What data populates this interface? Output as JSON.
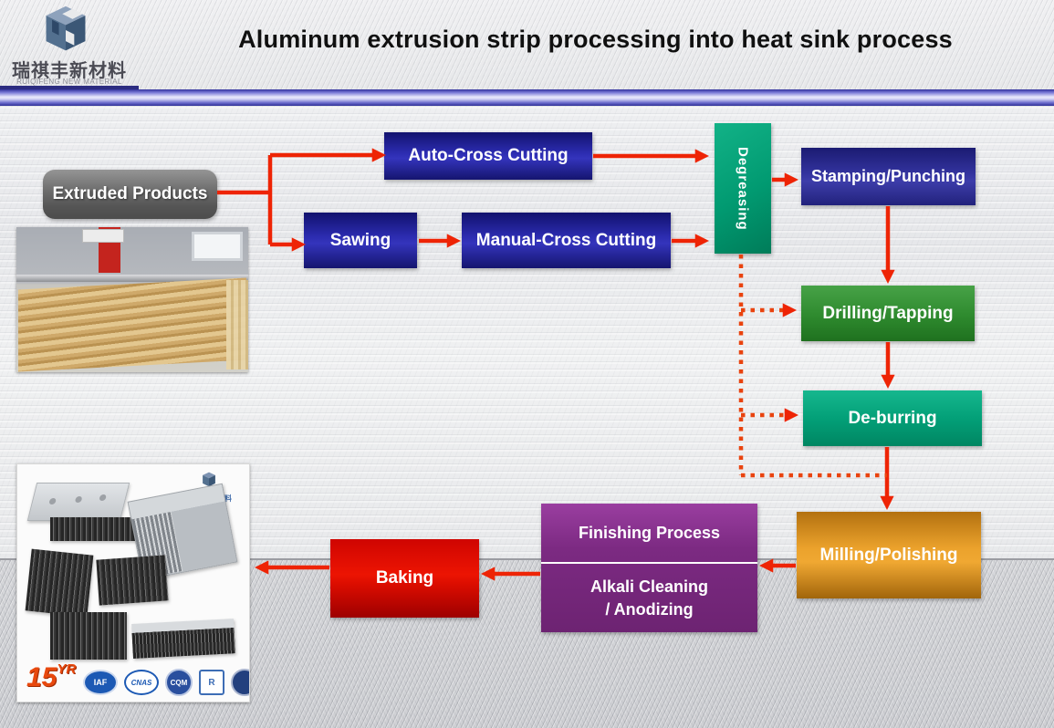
{
  "header": {
    "logo": {
      "company_cn": "瑞祺丰新材料",
      "company_en": "RUIQIFENG NEW MATERIAL"
    },
    "title": "Aluminum extrusion strip processing into heat sink process"
  },
  "flow": {
    "nodes": {
      "extruded_products": {
        "label": "Extruded Products",
        "color": "#6f6f6f"
      },
      "auto_cross_cutting": {
        "label": "Auto-Cross Cutting",
        "color": "#2525a8"
      },
      "sawing": {
        "label": "Sawing",
        "color": "#2525a8"
      },
      "manual_cross_cutting": {
        "label": "Manual-Cross Cutting",
        "color": "#2525a8"
      },
      "degreasing": {
        "label": "Degreasing",
        "color": "#019a71"
      },
      "stamping_punching": {
        "label": "Stamping/Punching",
        "color": "#2b2b84"
      },
      "drilling_tapping": {
        "label": "Drilling/Tapping",
        "color": "#2f8a2f"
      },
      "de_burring": {
        "label": "De-burring",
        "color": "#05a37b"
      },
      "milling_polishing": {
        "label": "Milling/Polishing",
        "color": "#dd9322"
      },
      "finishing_process": {
        "label": "Finishing Process",
        "color": "#7c2a82"
      },
      "alkali_cleaning_anodizing": {
        "line1": "Alkali Cleaning",
        "line2": "/ Anodizing"
      },
      "baking": {
        "label": "Baking",
        "color": "#d50b00"
      }
    },
    "arrow_colors": {
      "solid": "#ee2405",
      "dotted": "#e9430e"
    }
  },
  "photos": {
    "heat_sink_products": {
      "watermark_cn": "瑞祺丰新材料",
      "years_value": "15",
      "years_suffix": "YR",
      "badges": [
        "IAF",
        "CNAS",
        "CQM",
        "R",
        "",
        ""
      ]
    }
  }
}
